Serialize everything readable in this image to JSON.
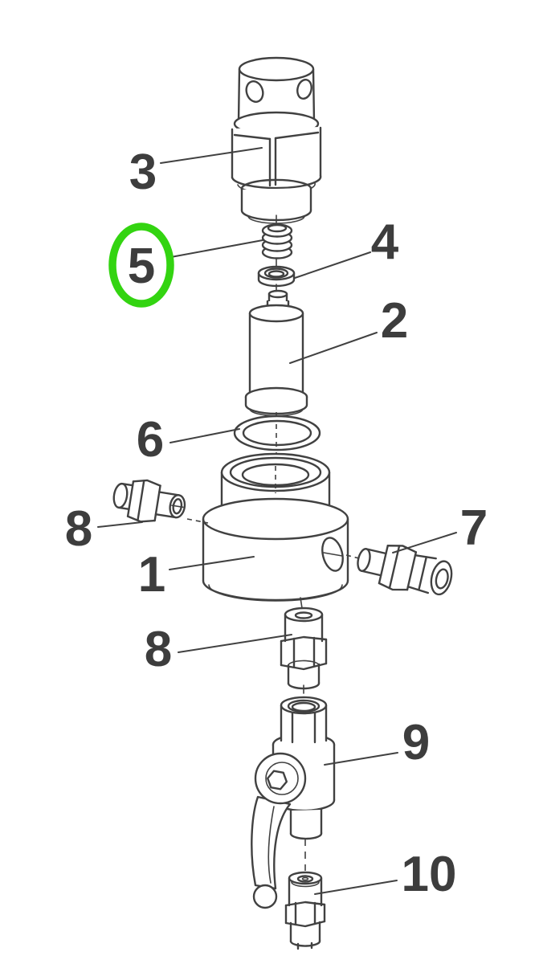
{
  "diagram": {
    "type": "exploded-parts-diagram",
    "background": "#ffffff",
    "line_color": "#414141",
    "label_color": "#3d3d3d",
    "highlight": {
      "part_label": "5",
      "color": "#33d411",
      "shape": "ellipse-outline"
    },
    "callouts": [
      {
        "label": "3"
      },
      {
        "label": "5"
      },
      {
        "label": "4"
      },
      {
        "label": "2"
      },
      {
        "label": "6"
      },
      {
        "label": "8"
      },
      {
        "label": "1"
      },
      {
        "label": "7"
      },
      {
        "label": "8"
      },
      {
        "label": "9"
      },
      {
        "label": "10"
      }
    ]
  }
}
